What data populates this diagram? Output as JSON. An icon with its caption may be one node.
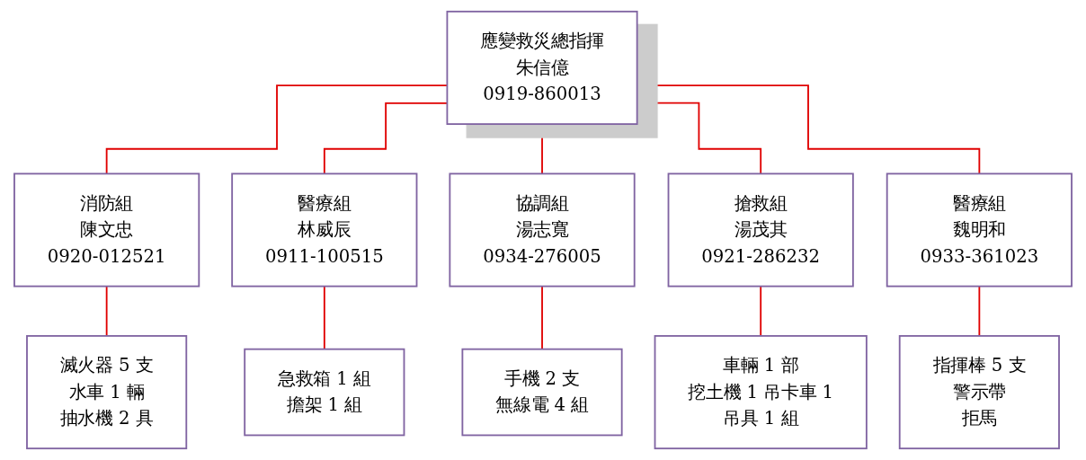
{
  "diagram": {
    "nodes": [
      {
        "text": [
          "應變救災總指揮",
          "朱信億",
          "0919-860013"
        ]
      },
      {
        "text": [
          "消防組",
          "陳文忠",
          "0920-012521"
        ]
      },
      {
        "text": [
          "醫療組",
          "林威辰",
          "0911-100515"
        ]
      },
      {
        "text": [
          "協調組",
          "湯志寬",
          "0934-276005"
        ]
      },
      {
        "text": [
          "搶救組",
          "湯茂其",
          "0921-286232"
        ]
      },
      {
        "text": [
          "醫療組",
          "魏明和",
          "0933-361023"
        ]
      },
      {
        "text": [
          "滅火器 5 支",
          "水車 1 輛",
          "抽水機 2 具"
        ]
      },
      {
        "text": [
          "急救箱 1 組",
          "擔架 1 組"
        ]
      },
      {
        "text": [
          "手機 2 支",
          "無線電 4 組"
        ]
      },
      {
        "text": [
          "車輛 1 部",
          "挖土機 1 吊卡車 1",
          "吊具 1 組"
        ]
      },
      {
        "text": [
          "指揮棒 5 支",
          "警示帶",
          "拒馬"
        ]
      }
    ],
    "edges": [
      {
        "from": 0,
        "to": 1,
        "arrow": "none"
      },
      {
        "from": 0,
        "to": 2,
        "arrow": "none"
      },
      {
        "from": 0,
        "to": 3,
        "arrow": "none"
      },
      {
        "from": 0,
        "to": 4,
        "arrow": "none"
      },
      {
        "from": 0,
        "to": 5,
        "arrow": "none"
      },
      {
        "from": 1,
        "to": 6,
        "arrow": "none"
      },
      {
        "from": 2,
        "to": 7,
        "arrow": "none"
      },
      {
        "from": 3,
        "to": 8,
        "arrow": "none"
      },
      {
        "from": 4,
        "to": 9,
        "arrow": "none"
      },
      {
        "from": 5,
        "to": 10,
        "arrow": "none"
      }
    ]
  }
}
